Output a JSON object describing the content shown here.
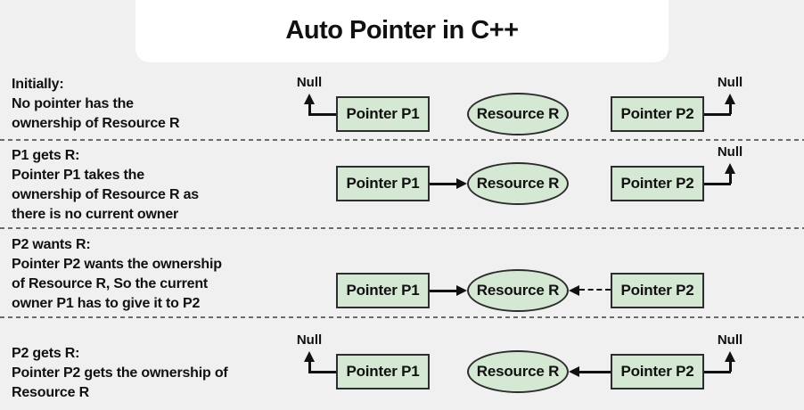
{
  "title": "Auto Pointer in C++",
  "labels": {
    "null": "Null"
  },
  "colors": {
    "background": "#f0f0f0",
    "panel": "#ffffff",
    "node_fill": "#d5e8d4",
    "node_border": "#2d2d2d",
    "text": "#111111",
    "separator": "#6b6b6b"
  },
  "rows": [
    {
      "name": "initially",
      "description": [
        "Initially:",
        "No pointer has the",
        "ownership of Resource R"
      ],
      "nodes": {
        "p1": "Pointer P1",
        "resource": "Resource R",
        "p2": "Pointer P2"
      },
      "connections": {
        "p1": "points-to-null",
        "p2": "points-to-null"
      }
    },
    {
      "name": "p1-gets-r",
      "description": [
        "P1 gets R:",
        "Pointer P1 takes the",
        "ownership of Resource R as",
        "there is no current owner"
      ],
      "nodes": {
        "p1": "Pointer P1",
        "resource": "Resource R",
        "p2": "Pointer P2"
      },
      "connections": {
        "p1": "solid-arrow-to-resource",
        "p2": "points-to-null"
      }
    },
    {
      "name": "p2-wants-r",
      "description": [
        "P2 wants R:",
        "Pointer P2 wants the ownership",
        "of Resource R, So the current",
        "owner P1 has to give it to P2"
      ],
      "nodes": {
        "p1": "Pointer P1",
        "resource": "Resource R",
        "p2": "Pointer P2"
      },
      "connections": {
        "p1": "solid-arrow-to-resource",
        "p2": "dashed-arrow-to-resource"
      }
    },
    {
      "name": "p2-gets-r",
      "description": [
        "P2 gets R:",
        "Pointer P2 gets the ownership of",
        "Resource R"
      ],
      "nodes": {
        "p1": "Pointer P1",
        "resource": "Resource R",
        "p2": "Pointer P2"
      },
      "connections": {
        "p1": "points-to-null",
        "p2": "solid-arrow-to-resource-and-null"
      }
    }
  ]
}
